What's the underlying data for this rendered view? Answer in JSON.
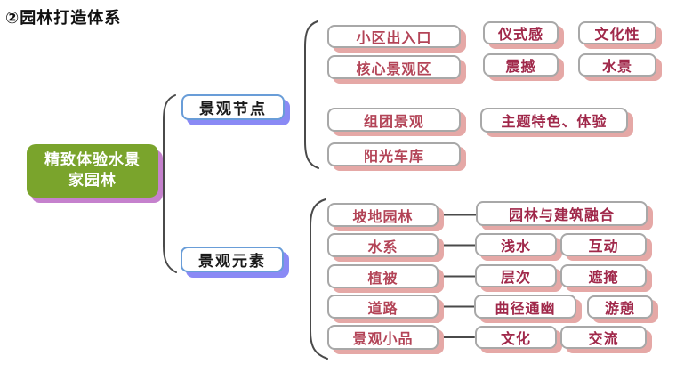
{
  "title": "②园林打造体系",
  "root": {
    "line1": "精致体验水景",
    "line2": "家园林"
  },
  "branches": [
    {
      "label": "景观节点",
      "children": [
        {
          "label": "小区出入口",
          "tags": [
            "仪式感",
            "文化性"
          ]
        },
        {
          "label": "核心景观区",
          "tags": [
            "震撼",
            "水景"
          ]
        },
        {
          "label": "组团景观",
          "tags": [
            "主题特色、体验"
          ]
        },
        {
          "label": "阳光车库",
          "tags": []
        }
      ]
    },
    {
      "label": "景观元素",
      "children": [
        {
          "label": "坡地园林",
          "tags": [
            "园林与建筑融合"
          ]
        },
        {
          "label": "水系",
          "tags": [
            "浅水",
            "互动"
          ]
        },
        {
          "label": "植被",
          "tags": [
            "层次",
            "遮掩"
          ]
        },
        {
          "label": "道路",
          "tags": [
            "曲径通幽",
            "游憩"
          ]
        },
        {
          "label": "景观小品",
          "tags": [
            "文化",
            "交流"
          ]
        }
      ]
    }
  ],
  "colors": {
    "root_fill": "#7aa42c",
    "root_shadow": "#c581cd",
    "branch_border": "#699dd8",
    "branch_shadow": "#8a8af5",
    "leaf_border": "#a8a8a8",
    "leaf_shadow": "#e5a8a6",
    "leaf_parent_text": "#b34457",
    "leaf_tag_text": "#a0284a",
    "connector": "#4a4a4a"
  }
}
